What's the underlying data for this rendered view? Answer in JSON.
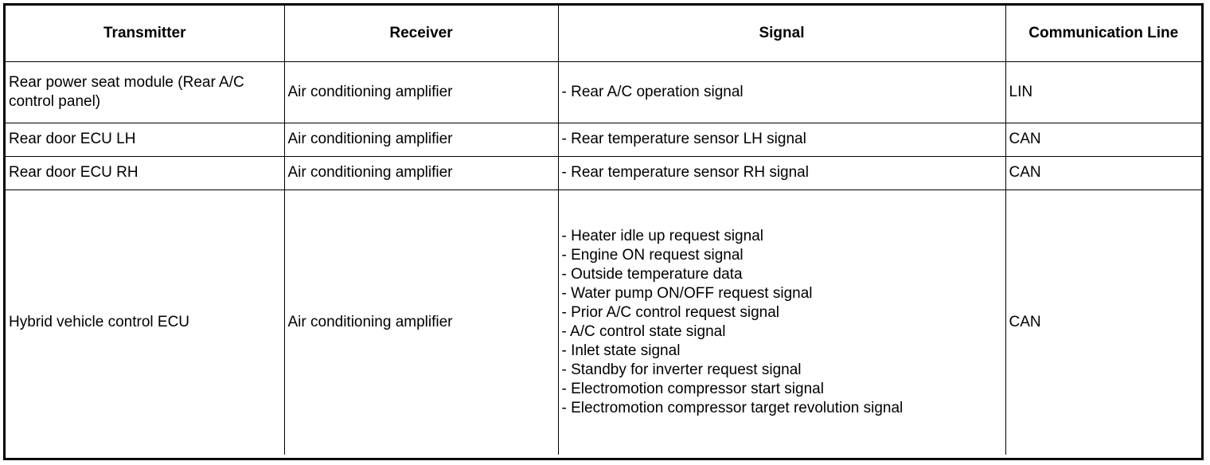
{
  "headers": {
    "transmitter": "Transmitter",
    "receiver": "Receiver",
    "signal": "Signal",
    "communication_line": "Communication Line"
  },
  "rows": [
    {
      "transmitter": "Rear power seat module (Rear A/C control panel)",
      "receiver": "Air conditioning amplifier",
      "signals": [
        "- Rear A/C operation signal"
      ],
      "line": "LIN"
    },
    {
      "transmitter": "Rear door ECU LH",
      "receiver": "Air conditioning amplifier",
      "signals": [
        "- Rear temperature sensor LH signal"
      ],
      "line": "CAN"
    },
    {
      "transmitter": "Rear door ECU RH",
      "receiver": "Air conditioning amplifier",
      "signals": [
        "- Rear temperature sensor RH signal"
      ],
      "line": "CAN"
    },
    {
      "transmitter": "Hybrid vehicle control ECU",
      "receiver": "Air conditioning amplifier",
      "signals": [
        "- Heater idle up request signal",
        "- Engine ON request signal",
        "- Outside temperature data",
        "- Water pump ON/OFF request signal",
        "- Prior A/C control request signal",
        "- A/C control state signal",
        "- Inlet state signal",
        "- Standby for inverter request signal",
        "- Electromotion compressor start signal",
        "- Electromotion compressor target revolution signal"
      ],
      "line": "CAN"
    }
  ]
}
